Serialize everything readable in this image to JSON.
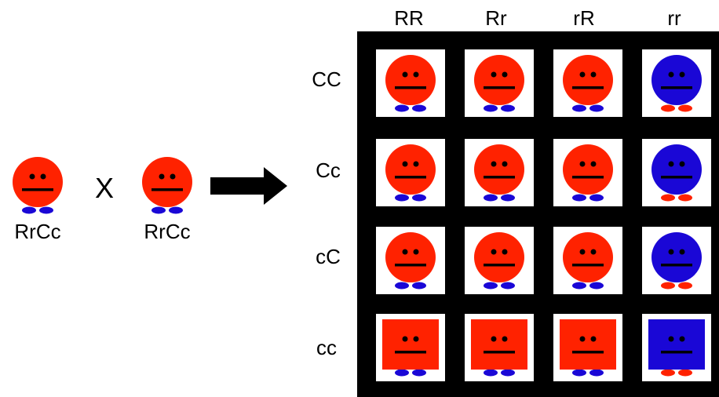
{
  "parents": [
    {
      "label": "RrCc",
      "body_color": "red",
      "feet_color": "blue",
      "shape": "round"
    },
    {
      "label": "RrCc",
      "body_color": "red",
      "feet_color": "blue",
      "shape": "round"
    }
  ],
  "cross_symbol": "X",
  "grid": {
    "column_headers": [
      "RR",
      "Rr",
      "rR",
      "rr"
    ],
    "row_headers": [
      "CC",
      "Cc",
      "cC",
      "cc"
    ],
    "cells": [
      [
        {
          "body_color": "red",
          "feet_color": "blue",
          "shape": "round"
        },
        {
          "body_color": "red",
          "feet_color": "blue",
          "shape": "round"
        },
        {
          "body_color": "red",
          "feet_color": "blue",
          "shape": "round"
        },
        {
          "body_color": "blue",
          "feet_color": "red",
          "shape": "round"
        }
      ],
      [
        {
          "body_color": "red",
          "feet_color": "blue",
          "shape": "round"
        },
        {
          "body_color": "red",
          "feet_color": "blue",
          "shape": "round"
        },
        {
          "body_color": "red",
          "feet_color": "blue",
          "shape": "round"
        },
        {
          "body_color": "blue",
          "feet_color": "red",
          "shape": "round"
        }
      ],
      [
        {
          "body_color": "red",
          "feet_color": "blue",
          "shape": "round"
        },
        {
          "body_color": "red",
          "feet_color": "blue",
          "shape": "round"
        },
        {
          "body_color": "red",
          "feet_color": "blue",
          "shape": "round"
        },
        {
          "body_color": "blue",
          "feet_color": "red",
          "shape": "round"
        }
      ],
      [
        {
          "body_color": "red",
          "feet_color": "blue",
          "shape": "square"
        },
        {
          "body_color": "red",
          "feet_color": "blue",
          "shape": "square"
        },
        {
          "body_color": "red",
          "feet_color": "blue",
          "shape": "square"
        },
        {
          "body_color": "blue",
          "feet_color": "red",
          "shape": "square"
        }
      ]
    ]
  },
  "colors": {
    "red": "#ff2200",
    "blue": "#1a07d6",
    "background": "#ffffff",
    "grid_bg": "#000000"
  }
}
